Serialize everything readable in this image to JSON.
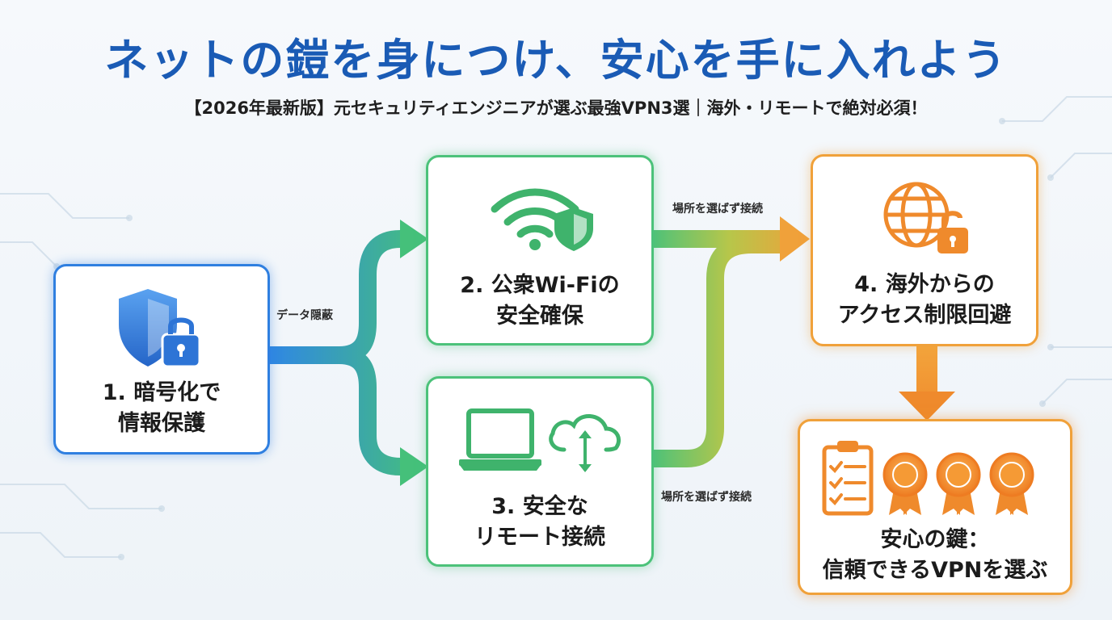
{
  "header": {
    "title": "ネットの鎧を身につけ、安心を手に入れよう",
    "subtitle": "【2026年最新版】元セキュリティエンジニアが選ぶ最強VPN3選｜海外・リモートで絶対必須！"
  },
  "nodes": {
    "encryption": {
      "line1": "1. 暗号化で",
      "line2": "情報保護"
    },
    "public_wifi": {
      "line1": "2. 公衆Wi-Fiの",
      "line2": "安全確保"
    },
    "remote": {
      "line1": "3. 安全な",
      "line2": "リモート接続"
    },
    "geo": {
      "line1": "4. 海外からの",
      "line2": "アクセス制限回避"
    },
    "key": {
      "line1": "安心の鍵：",
      "line2": "信頼できるVPNを選ぶ"
    }
  },
  "edges": {
    "hide_data": "データ隠蔽",
    "anywhere_top": "場所を選ばず接続",
    "anywhere_bottom": "場所を選ばず接続"
  },
  "icons": {
    "encryption": "shield-lock-icon",
    "public_wifi": "wifi-shield-icon",
    "remote": "laptop-cloud-sync-icon",
    "geo": "globe-unlock-icon",
    "key": "checklist-award-icon"
  },
  "colors": {
    "title": "#1a5bb5",
    "blue": "#2f7fe0",
    "green": "#4cc27a",
    "orange": "#f0a13a"
  }
}
